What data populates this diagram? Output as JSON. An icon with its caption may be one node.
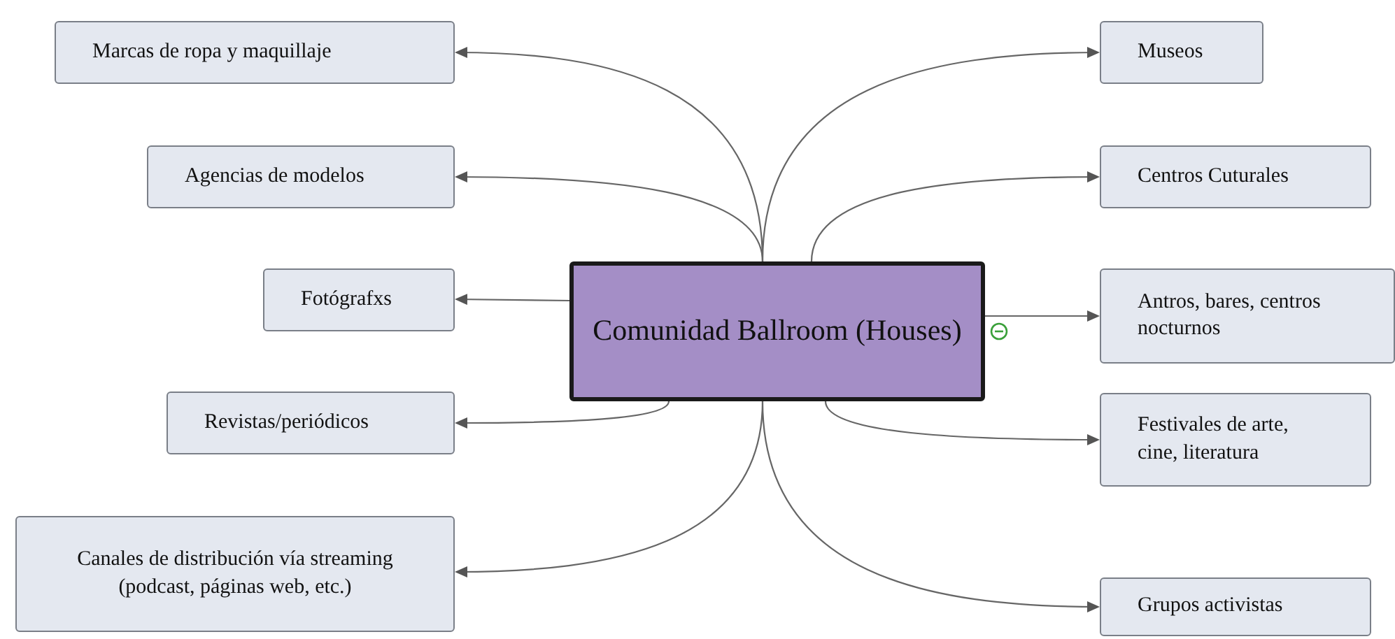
{
  "diagram": {
    "nodes": [
      {
        "text": [
          "Comunidad Ballroom (Houses)"
        ]
      },
      {
        "text": [
          "Marcas de ropa y maquillaje"
        ]
      },
      {
        "text": [
          "Agencias de modelos"
        ]
      },
      {
        "text": [
          "Fotógrafxs"
        ]
      },
      {
        "text": [
          "Revistas/periódicos"
        ]
      },
      {
        "text": [
          "Canales de distribución vía streaming (podcast, páginas web, etc.)"
        ]
      },
      {
        "text": [
          "Museos"
        ]
      },
      {
        "text": [
          "Centros Cuturales"
        ]
      },
      {
        "text": [
          "Antros, bares, centros nocturnos"
        ]
      },
      {
        "text": [
          "Festivales de arte, cine, literatura"
        ]
      },
      {
        "text": [
          "Grupos activistas"
        ]
      }
    ],
    "edges": [
      {
        "from": 0,
        "to": 1,
        "arrow": "to"
      },
      {
        "from": 0,
        "to": 2,
        "arrow": "to"
      },
      {
        "from": 0,
        "to": 3,
        "arrow": "to"
      },
      {
        "from": 0,
        "to": 4,
        "arrow": "to"
      },
      {
        "from": 0,
        "to": 5,
        "arrow": "to"
      },
      {
        "from": 0,
        "to": 6,
        "arrow": "to"
      },
      {
        "from": 0,
        "to": 7,
        "arrow": "to"
      },
      {
        "from": 0,
        "to": 8,
        "arrow": "to"
      },
      {
        "from": 0,
        "to": 9,
        "arrow": "to"
      },
      {
        "from": 0,
        "to": 10,
        "arrow": "to"
      }
    ]
  }
}
